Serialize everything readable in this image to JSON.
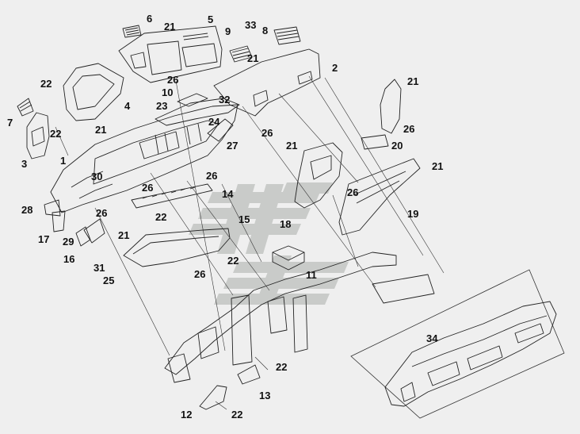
{
  "diagram": {
    "type": "exploded-parts-view",
    "background_color": "#efefef",
    "line_color": "#222222",
    "watermark_color": "#c9cbc9",
    "callouts": [
      {
        "id": "c6",
        "text": "6"
      },
      {
        "id": "c5",
        "text": "5"
      },
      {
        "id": "c21a",
        "text": "21"
      },
      {
        "id": "c9",
        "text": "9"
      },
      {
        "id": "c33",
        "text": "33"
      },
      {
        "id": "c8",
        "text": "8"
      },
      {
        "id": "c21b",
        "text": "21"
      },
      {
        "id": "c2",
        "text": "2"
      },
      {
        "id": "c22a",
        "text": "22"
      },
      {
        "id": "c26a",
        "text": "26"
      },
      {
        "id": "c4",
        "text": "4"
      },
      {
        "id": "c10",
        "text": "10"
      },
      {
        "id": "c21c",
        "text": "21"
      },
      {
        "id": "c32",
        "text": "32"
      },
      {
        "id": "c23",
        "text": "23"
      },
      {
        "id": "c7",
        "text": "7"
      },
      {
        "id": "c22b",
        "text": "22"
      },
      {
        "id": "c24",
        "text": "24"
      },
      {
        "id": "c26b",
        "text": "26"
      },
      {
        "id": "c21d",
        "text": "21"
      },
      {
        "id": "c27",
        "text": "27"
      },
      {
        "id": "c26c",
        "text": "26"
      },
      {
        "id": "c20",
        "text": "20"
      },
      {
        "id": "c21e",
        "text": "21"
      },
      {
        "id": "c3",
        "text": "3"
      },
      {
        "id": "c1",
        "text": "1"
      },
      {
        "id": "c21f",
        "text": "21"
      },
      {
        "id": "c30",
        "text": "30"
      },
      {
        "id": "c26d",
        "text": "26"
      },
      {
        "id": "c26e",
        "text": "26"
      },
      {
        "id": "c14",
        "text": "14"
      },
      {
        "id": "c26f",
        "text": "26"
      },
      {
        "id": "c28",
        "text": "28"
      },
      {
        "id": "c26g",
        "text": "26"
      },
      {
        "id": "c22c",
        "text": "22"
      },
      {
        "id": "c15",
        "text": "15"
      },
      {
        "id": "c19",
        "text": "19"
      },
      {
        "id": "c18",
        "text": "18"
      },
      {
        "id": "c17",
        "text": "17"
      },
      {
        "id": "c21g",
        "text": "21"
      },
      {
        "id": "c29",
        "text": "29"
      },
      {
        "id": "c16",
        "text": "16"
      },
      {
        "id": "c22d",
        "text": "22"
      },
      {
        "id": "c31",
        "text": "31"
      },
      {
        "id": "c26h",
        "text": "26"
      },
      {
        "id": "c25",
        "text": "25"
      },
      {
        "id": "c11",
        "text": "11"
      },
      {
        "id": "c34",
        "text": "34"
      },
      {
        "id": "c22e",
        "text": "22"
      },
      {
        "id": "c13",
        "text": "13"
      },
      {
        "id": "c12",
        "text": "12"
      },
      {
        "id": "c22f",
        "text": "22"
      }
    ]
  }
}
